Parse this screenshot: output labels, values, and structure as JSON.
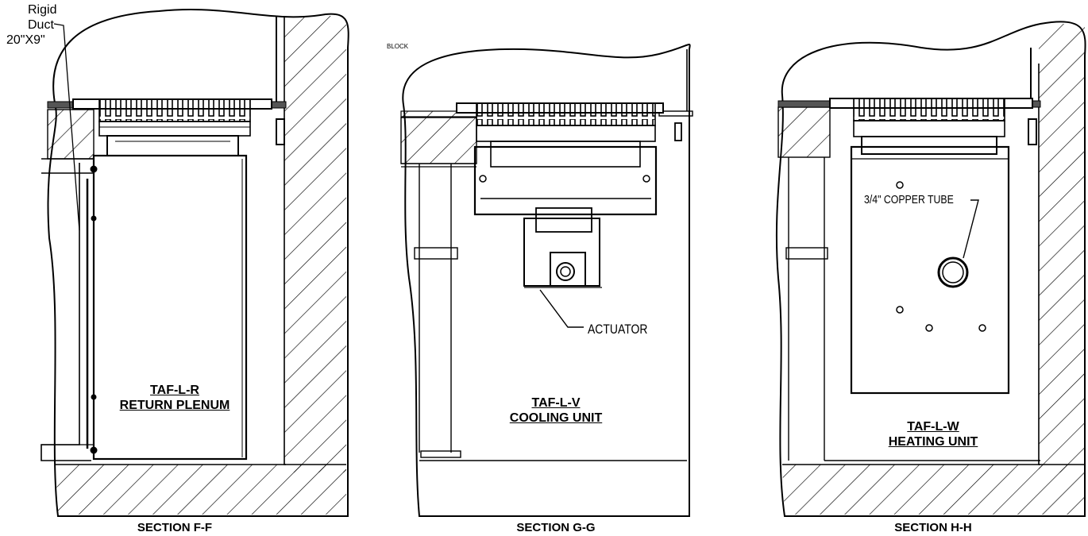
{
  "annotations": {
    "rigid_duct_line1": "Rigid",
    "rigid_duct_line2": "Duct",
    "rigid_duct_line3": "20\"X9\"",
    "block": "BLOCK",
    "actuator": "ACTUATOR",
    "copper_tube": "3/4\" COPPER TUBE"
  },
  "sections": [
    {
      "model": "TAF-L-R",
      "name": "RETURN PLENUM",
      "caption": "SECTION F-F"
    },
    {
      "model": "TAF-L-V",
      "name": "COOLING UNIT",
      "caption": "SECTION G-G"
    },
    {
      "model": "TAF-L-W",
      "name": "HEATING UNIT",
      "caption": "SECTION H-H"
    }
  ]
}
